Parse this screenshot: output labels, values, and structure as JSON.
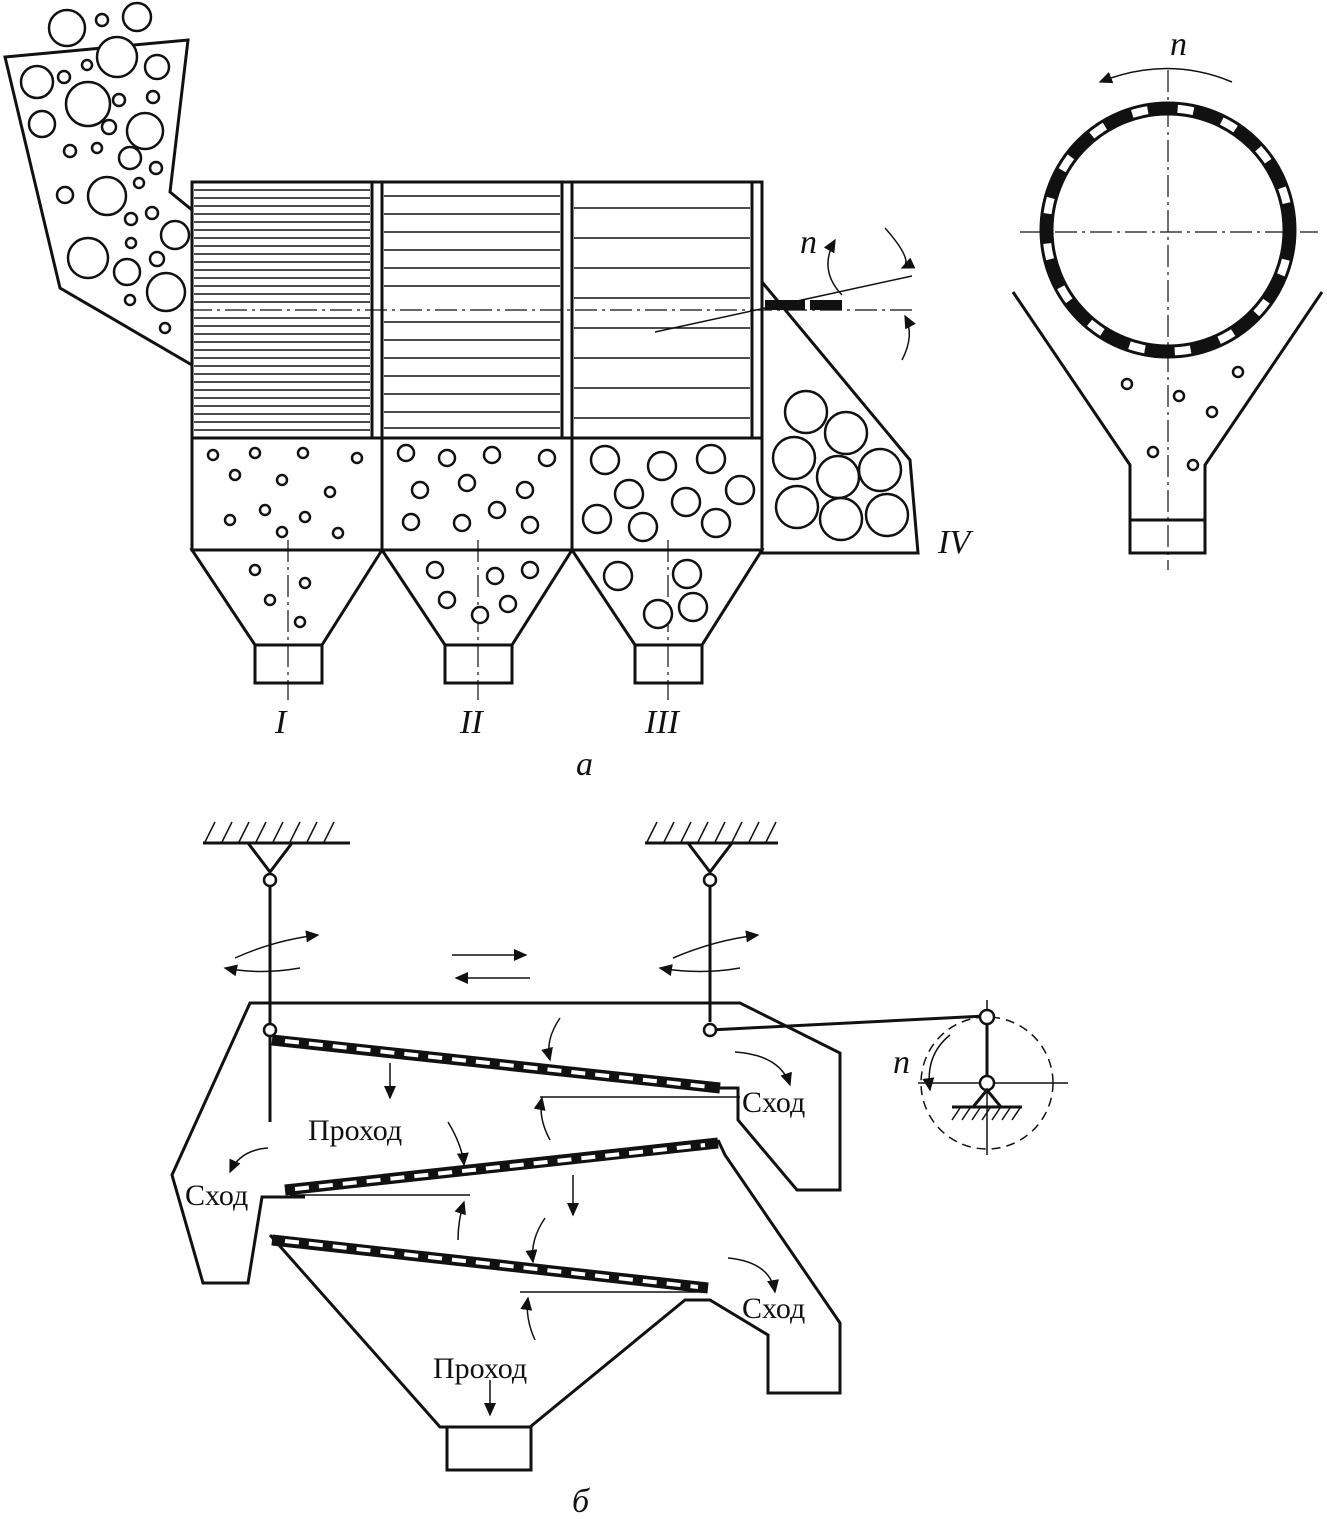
{
  "figure": {
    "part_a_label": "а",
    "part_b_label": "б"
  },
  "fractions": {
    "f1": "I",
    "f2": "II",
    "f3": "III",
    "f4": "IV"
  },
  "rotation": {
    "side_view_label": "n",
    "cross_section_label": "n",
    "crank_label": "n"
  },
  "flows": {
    "pass_upper": "Проход",
    "pass_lower": "Проход",
    "overflow_upper_right": "Сход",
    "overflow_left": "Сход",
    "overflow_lower_right": "Сход"
  }
}
